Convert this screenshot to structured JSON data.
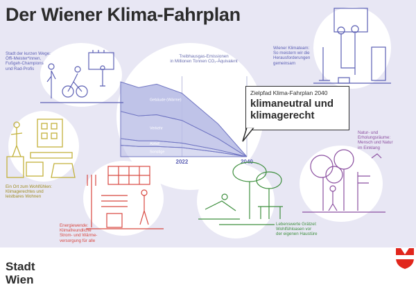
{
  "title": "Der Wiener Klima-Fahrplan",
  "captions": {
    "city_paths": [
      "Stadt der kurzen Wege:",
      "Öffi-Meister*innen,",
      "Fußgeh-Champions",
      "und Rad-Profis"
    ],
    "climate_team": [
      "Wiener Klimateam:",
      "So meistern wir die",
      "Herausforderungen",
      "gemeinsam"
    ],
    "housing": [
      "Ein Ort zum Wohlfühlen:",
      "Klimagerechtes und",
      "leistbares Wohnen"
    ],
    "energy": [
      "Energiewende:",
      "Klimafreundliche",
      "Strom- und Wärme-",
      "versorgung für alle"
    ],
    "kiez": [
      "Lebenswerte Grätzel:",
      "Wohlfühloasen vor",
      "der eigenen Haustüre"
    ],
    "nature": [
      "Natur- und",
      "Erholungsräume:",
      "Mensch und Natur",
      "im Einklang"
    ]
  },
  "chart_data": {
    "type": "area",
    "title": "Treibhausgas-Emissionen",
    "subtitle": "in Millionen Tonnen CO₂-Äquivalent",
    "x_ticks": [
      "2022",
      "2040"
    ],
    "series": [
      {
        "name": "Sonstige",
        "values": [
          1.0,
          0.9,
          0.9,
          0.8,
          0.4,
          0.0
        ]
      },
      {
        "name": "Abfall",
        "values": [
          0.6,
          0.5,
          0.5,
          0.4,
          0.2,
          0.0
        ]
      },
      {
        "name": "Verkehr",
        "values": [
          2.4,
          2.2,
          2.3,
          2.0,
          1.0,
          0.0
        ]
      },
      {
        "name": "Gebäude (Wärme)",
        "values": [
          2.6,
          2.5,
          2.7,
          2.4,
          1.3,
          0.0
        ]
      }
    ],
    "x": [
      2005,
      2010,
      2015,
      2022,
      2032,
      2040
    ],
    "colors": {
      "fill": "#b9bde6",
      "line": "#6f74c2",
      "grid": "#a9acd6"
    }
  },
  "target": {
    "label": "Zielpfad Klima-Fahrplan 2040",
    "line1": "klimaneutral und",
    "line2": "klimagerecht"
  },
  "footer": {
    "logo_line1": "Stadt",
    "logo_line2": "Wien"
  },
  "colors": {
    "background": "#e8e7f4",
    "blue": "#5b5fb4",
    "olive": "#c2b13a",
    "red": "#d8473f",
    "green": "#3e8f3e",
    "purple": "#8b4fa0",
    "brand_red": "#e1261c"
  }
}
